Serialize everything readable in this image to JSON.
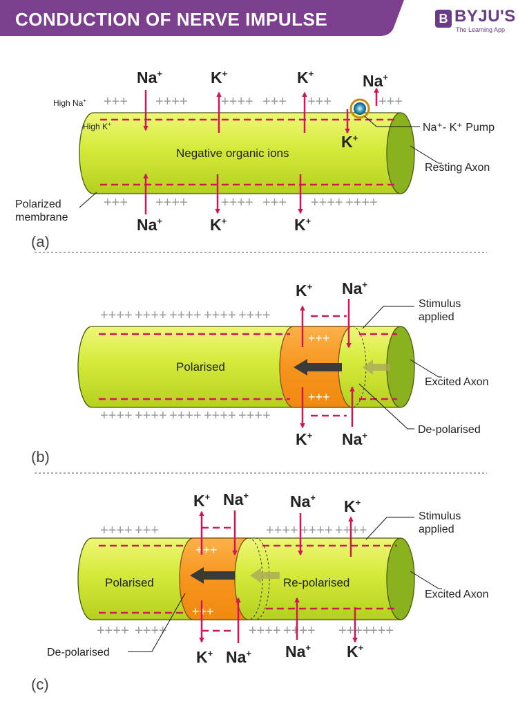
{
  "header": {
    "title": "CONDUCTION OF NERVE IMPULSE",
    "logo_mark": "B",
    "logo_name": "BYJU'S",
    "logo_tagline": "The Learning App",
    "banner_color": "#7b3f8e"
  },
  "colors": {
    "axon_fill": "#d4ea3a",
    "axon_end": "#8ab21e",
    "depolarised_fill": "#f7941d",
    "arrow": "#d4145a",
    "plus_sign": "#999999"
  },
  "ions": {
    "na": "Na",
    "k": "K",
    "plus": "+"
  },
  "signs": {
    "plus4": "++++",
    "plus3": "+++"
  },
  "panel_a": {
    "id": "(a)",
    "high_na": "High Na",
    "high_k": "High K",
    "center_label": "Negative organic ions",
    "pump_label": "Na⁺- K⁺  Pump",
    "axon_label": "Resting Axon",
    "membrane_label_line1": "Polarized",
    "membrane_label_line2": "membrane"
  },
  "panel_b": {
    "id": "(b)",
    "left_label": "Polarised",
    "stimulus_line1": "Stimulus",
    "stimulus_line2": "applied",
    "axon_label": "Excited Axon",
    "depol_label": "De-polarised"
  },
  "panel_c": {
    "id": "(c)",
    "left_label": "Polarised",
    "right_label": "Re-polarised",
    "stimulus_line1": "Stimulus",
    "stimulus_line2": "applied",
    "axon_label": "Excited Axon",
    "depol_label": "De-polarised"
  }
}
